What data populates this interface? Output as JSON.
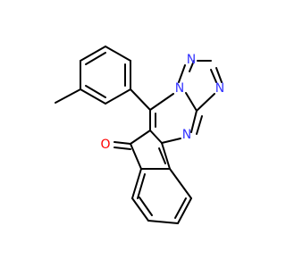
{
  "colors": {
    "background": "#ffffff",
    "bond": "#000000",
    "nitrogen": "#3333ff",
    "oxygen": "#ff0000"
  },
  "atoms": {
    "n1": "N",
    "n2": "N",
    "n3": "N",
    "n4": "N",
    "o1": "O"
  }
}
